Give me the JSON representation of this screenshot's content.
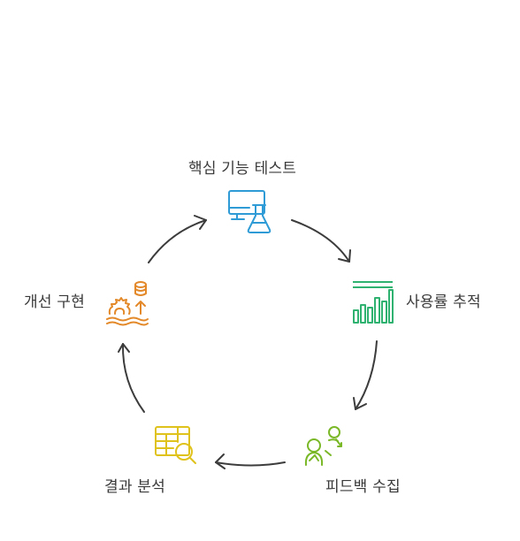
{
  "cycle": {
    "steps": [
      {
        "label": "핵심 기능 테스트",
        "icon": "monitor-flask-icon",
        "color": "#2e9bd6"
      },
      {
        "label": "사용률 추적",
        "icon": "bar-chart-icon",
        "color": "#2fb170"
      },
      {
        "label": "피드백 수집",
        "icon": "feedback-people-icon",
        "color": "#7ab828"
      },
      {
        "label": "결과 분석",
        "icon": "table-magnifier-icon",
        "color": "#e0c21c"
      },
      {
        "label": "개선 구현",
        "icon": "gear-database-icon",
        "color": "#e3892a"
      }
    ]
  }
}
